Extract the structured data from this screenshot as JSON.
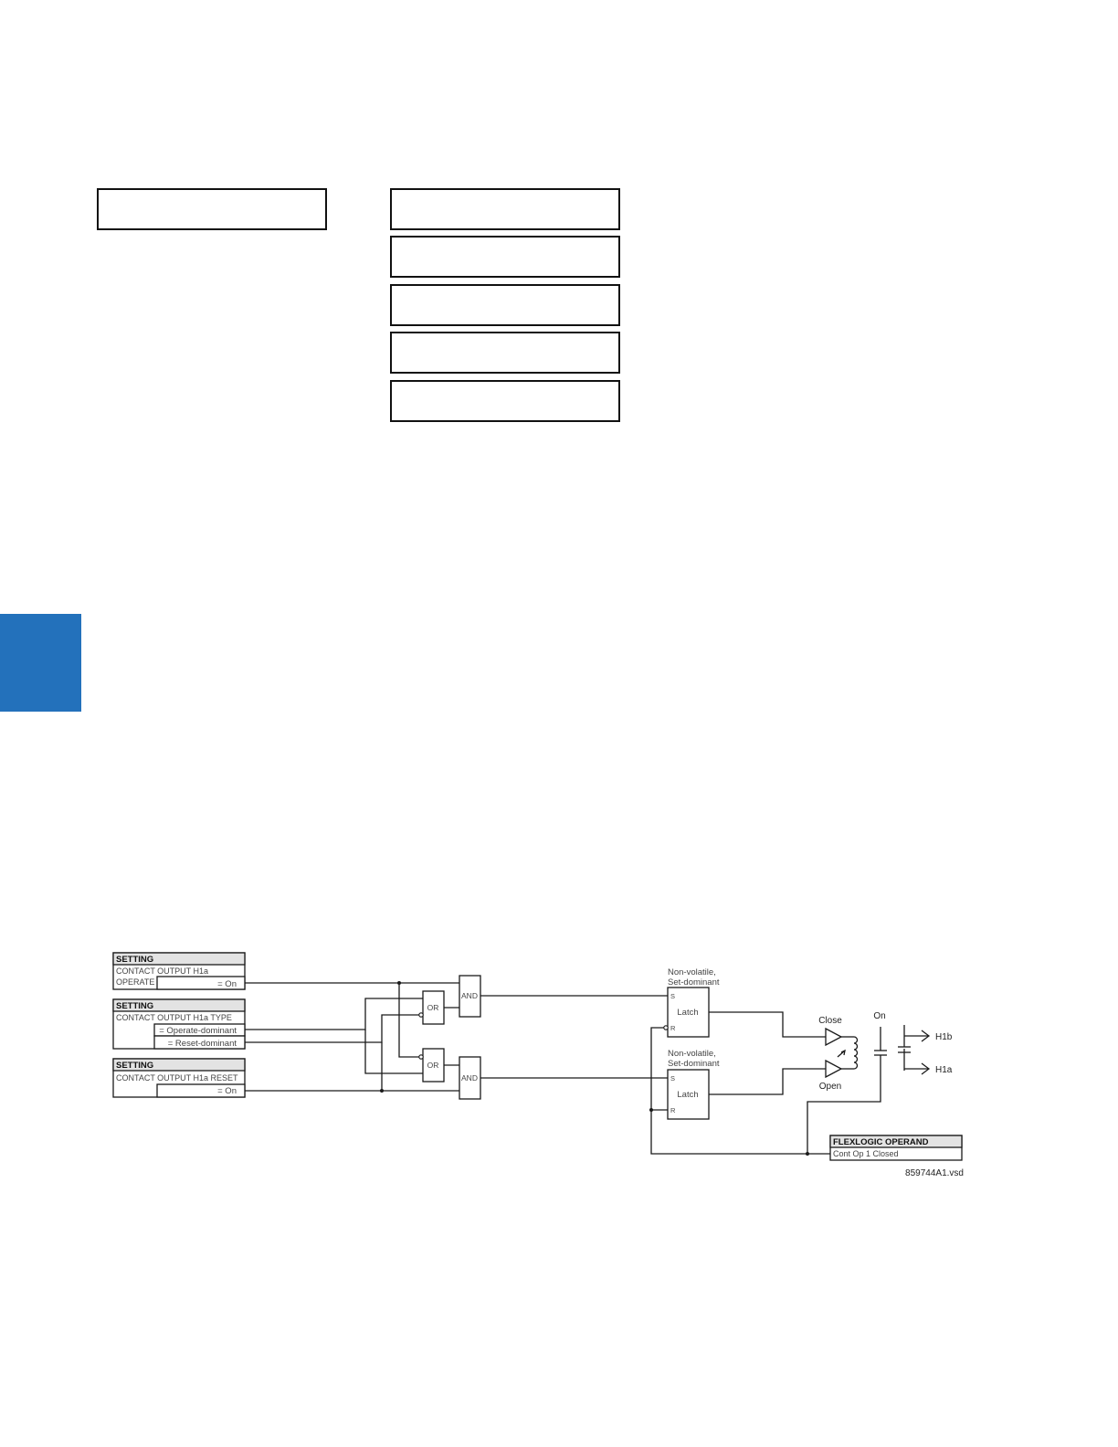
{
  "colors": {
    "side_tab": "#2371bb",
    "line": "#1a1a1a",
    "header_fill": "#e3e3e3"
  },
  "settings": [
    {
      "header": "SETTING",
      "name": "CONTACT OUTPUT H1a",
      "name2": "OPERATE",
      "value": "= On"
    },
    {
      "header": "SETTING",
      "name": "CONTACT OUTPUT H1a TYPE",
      "value1": "= Operate-dominant",
      "value2": "= Reset-dominant"
    },
    {
      "header": "SETTING",
      "name": "CONTACT OUTPUT H1a RESET",
      "value": "= On"
    }
  ],
  "gates": {
    "and": "AND",
    "or": "OR"
  },
  "latch": {
    "label": "Latch",
    "note1": "Non-volatile,",
    "note2": "Set-dominant",
    "set": "S",
    "reset": "R"
  },
  "coil": {
    "close": "Close",
    "open": "Open",
    "contact_state": "On"
  },
  "terminals": {
    "upper": "H1b",
    "lower": "H1a"
  },
  "operand": {
    "header": "FLEXLOGIC OPERAND",
    "value": "Cont Op 1 Closed"
  },
  "figure_code": "859744A1.vsd"
}
